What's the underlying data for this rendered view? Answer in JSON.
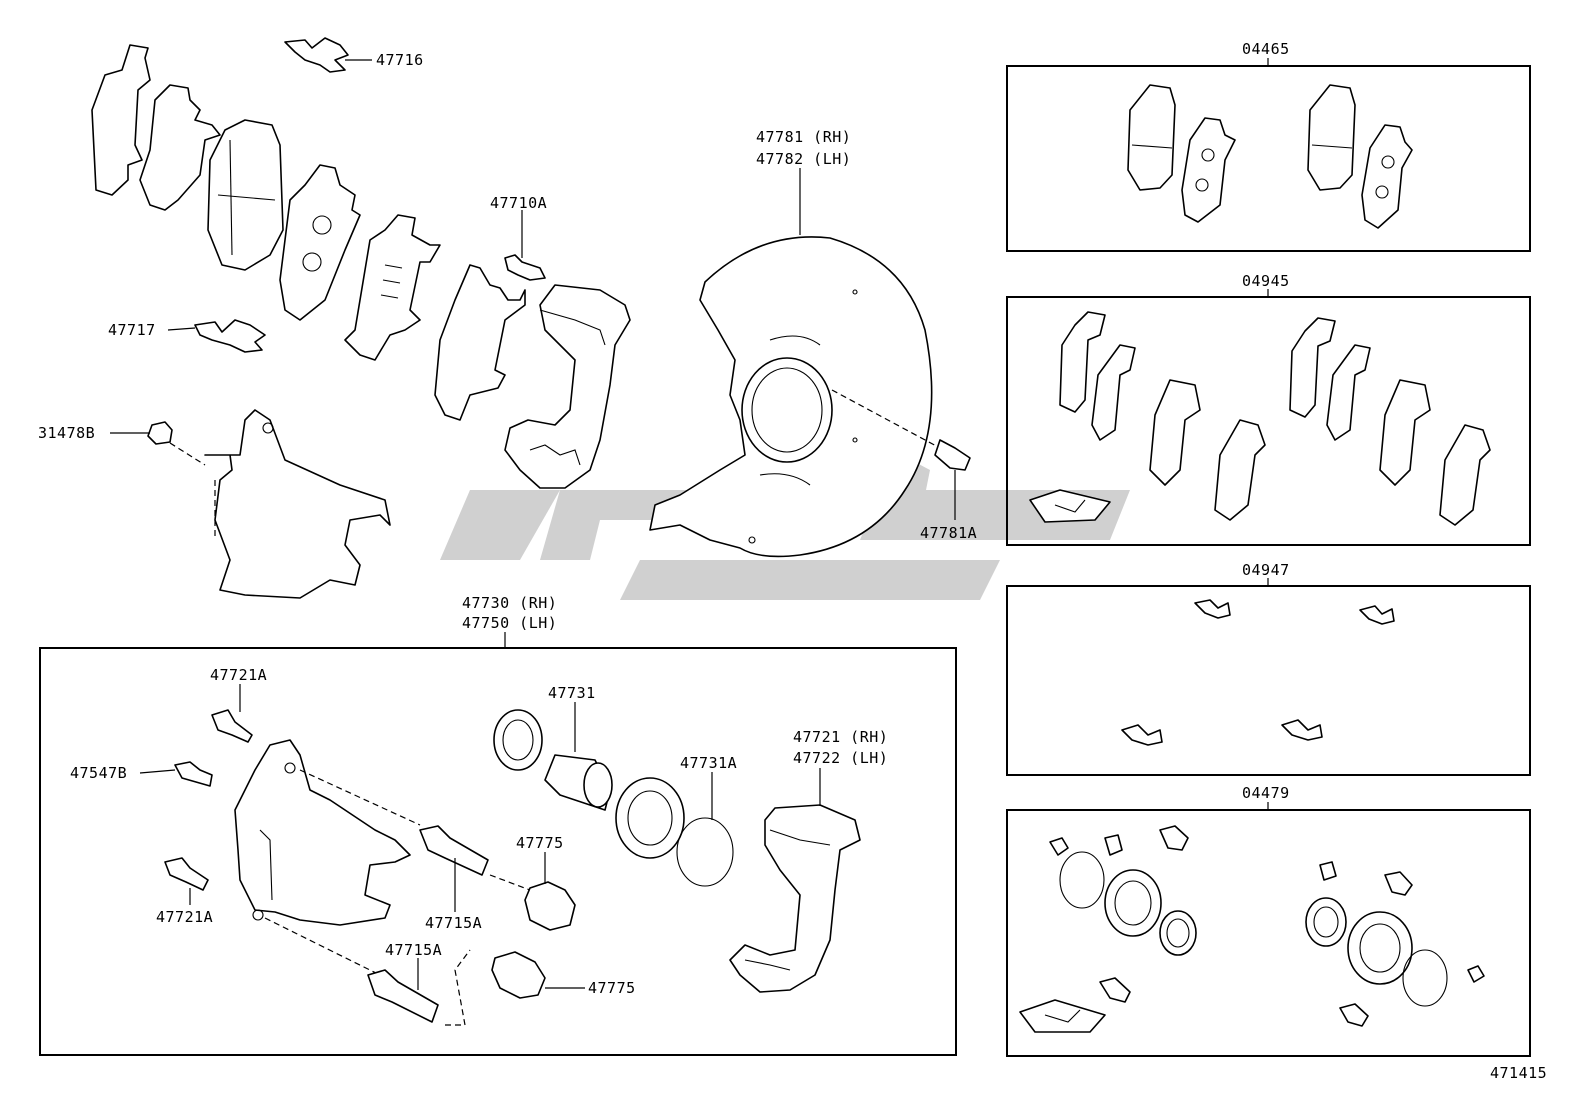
{
  "diagram_id": "471415",
  "labels": {
    "p47716": "47716",
    "p47717": "47717",
    "p31478B": "31478B",
    "p47710A": "47710A",
    "p47781_rh": "47781 (RH)",
    "p47782_lh": "47782 (LH)",
    "p47781A": "47781A",
    "p47730_rh": "47730 (RH)",
    "p47750_lh": "47750 (LH)",
    "p47721A_top": "47721A",
    "p47547B": "47547B",
    "p47721A_bottom": "47721A",
    "p47731": "47731",
    "p47731A": "47731A",
    "p47775_mid": "47775",
    "p47715A_mid": "47715A",
    "p47715A_low": "47715A",
    "p47775_low": "47775",
    "p47721_rh": "47721 (RH)",
    "p47722_lh": "47722 (LH)"
  },
  "kits": {
    "k04465": "04465",
    "k04945": "04945",
    "k04947": "04947",
    "k04479": "04479"
  }
}
